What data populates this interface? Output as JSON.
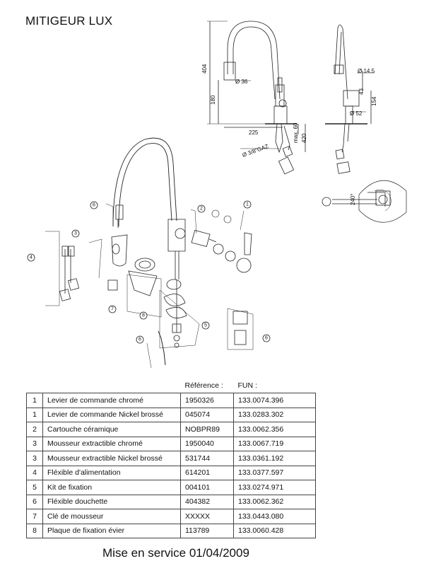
{
  "title": "MITIGEUR LUX",
  "dimensions": {
    "height_404": "404",
    "height_180": "180",
    "width_225": "225",
    "dia_36": "Ø 36",
    "max60": "max. 60",
    "h420": "420",
    "thread": "Ø 3/8\"GAZ",
    "dia_145": "Ø 14.5",
    "h43": "43",
    "h154": "154",
    "dia_52": "Ø 52",
    "r240": "240°"
  },
  "callouts": [
    "1",
    "2",
    "3",
    "4",
    "5",
    "6",
    "6",
    "6",
    "7",
    "8"
  ],
  "table": {
    "headers": {
      "ref": "Référence :",
      "fun": "FUN :"
    },
    "rows": [
      {
        "num": "1",
        "label": "Levier de commande chromé",
        "ref": "1950326",
        "fun": "133.0074.396"
      },
      {
        "num": "1",
        "label": "Levier de commande Nickel brossé",
        "ref": "045074",
        "fun": "133.0283.302"
      },
      {
        "num": "2",
        "label": "Cartouche céramique",
        "ref": "NOBPR89",
        "fun": "133.0062.356"
      },
      {
        "num": "3",
        "label": "Mousseur extractible chromé",
        "ref": "1950040",
        "fun": "133.0067.719"
      },
      {
        "num": "3",
        "label": "Mousseur extractible Nickel brossé",
        "ref": "531744",
        "fun": "133.0361.192"
      },
      {
        "num": "4",
        "label": "Fléxible d'alimentation",
        "ref": "614201",
        "fun": "133.0377.597"
      },
      {
        "num": "5",
        "label": "Kit de fixation",
        "ref": "004101",
        "fun": "133.0274.971"
      },
      {
        "num": "6",
        "label": "Fléxible douchette",
        "ref": "404382",
        "fun": "133.0062.362"
      },
      {
        "num": "7",
        "label": "Clé de mousseur",
        "ref": "XXXXX",
        "fun": "133.0443.080"
      },
      {
        "num": "8",
        "label": "Plaque de fixation évier",
        "ref": "113789",
        "fun": "133.0060.428"
      }
    ]
  },
  "footer": "Mise en service 01/04/2009"
}
